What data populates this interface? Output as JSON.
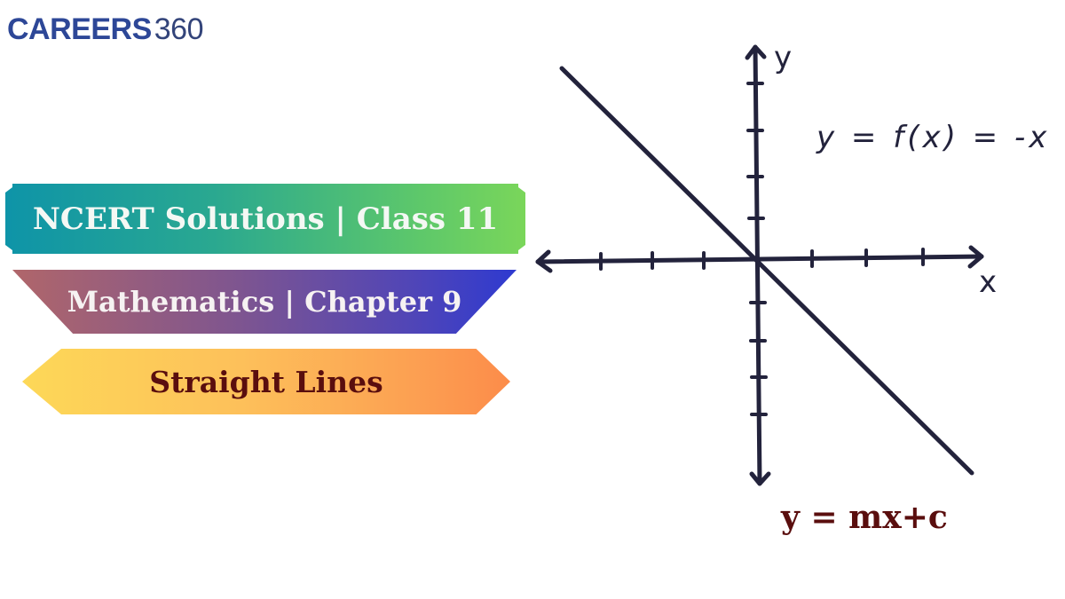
{
  "brand": {
    "name_bold": "CAREERS",
    "name_light": "360",
    "color": "#2d4797"
  },
  "banners": [
    {
      "text": "NCERT Solutions | Class 11",
      "gradient": [
        "#0e94a8",
        "#7ad65a"
      ]
    },
    {
      "text": "Mathematics | Chapter 9",
      "gradient": [
        "#b0666a",
        "#2e3ad0"
      ]
    },
    {
      "text": "Straight Lines",
      "gradient": [
        "#fdd858",
        "#fc8c4a"
      ],
      "text_color": "#5a0e0e"
    }
  ],
  "graph": {
    "function_label": "y = f(x) = -x",
    "x_axis_label": "x",
    "y_axis_label": "y",
    "general_equation": "y = mx+c",
    "line_color": "#23233c"
  }
}
